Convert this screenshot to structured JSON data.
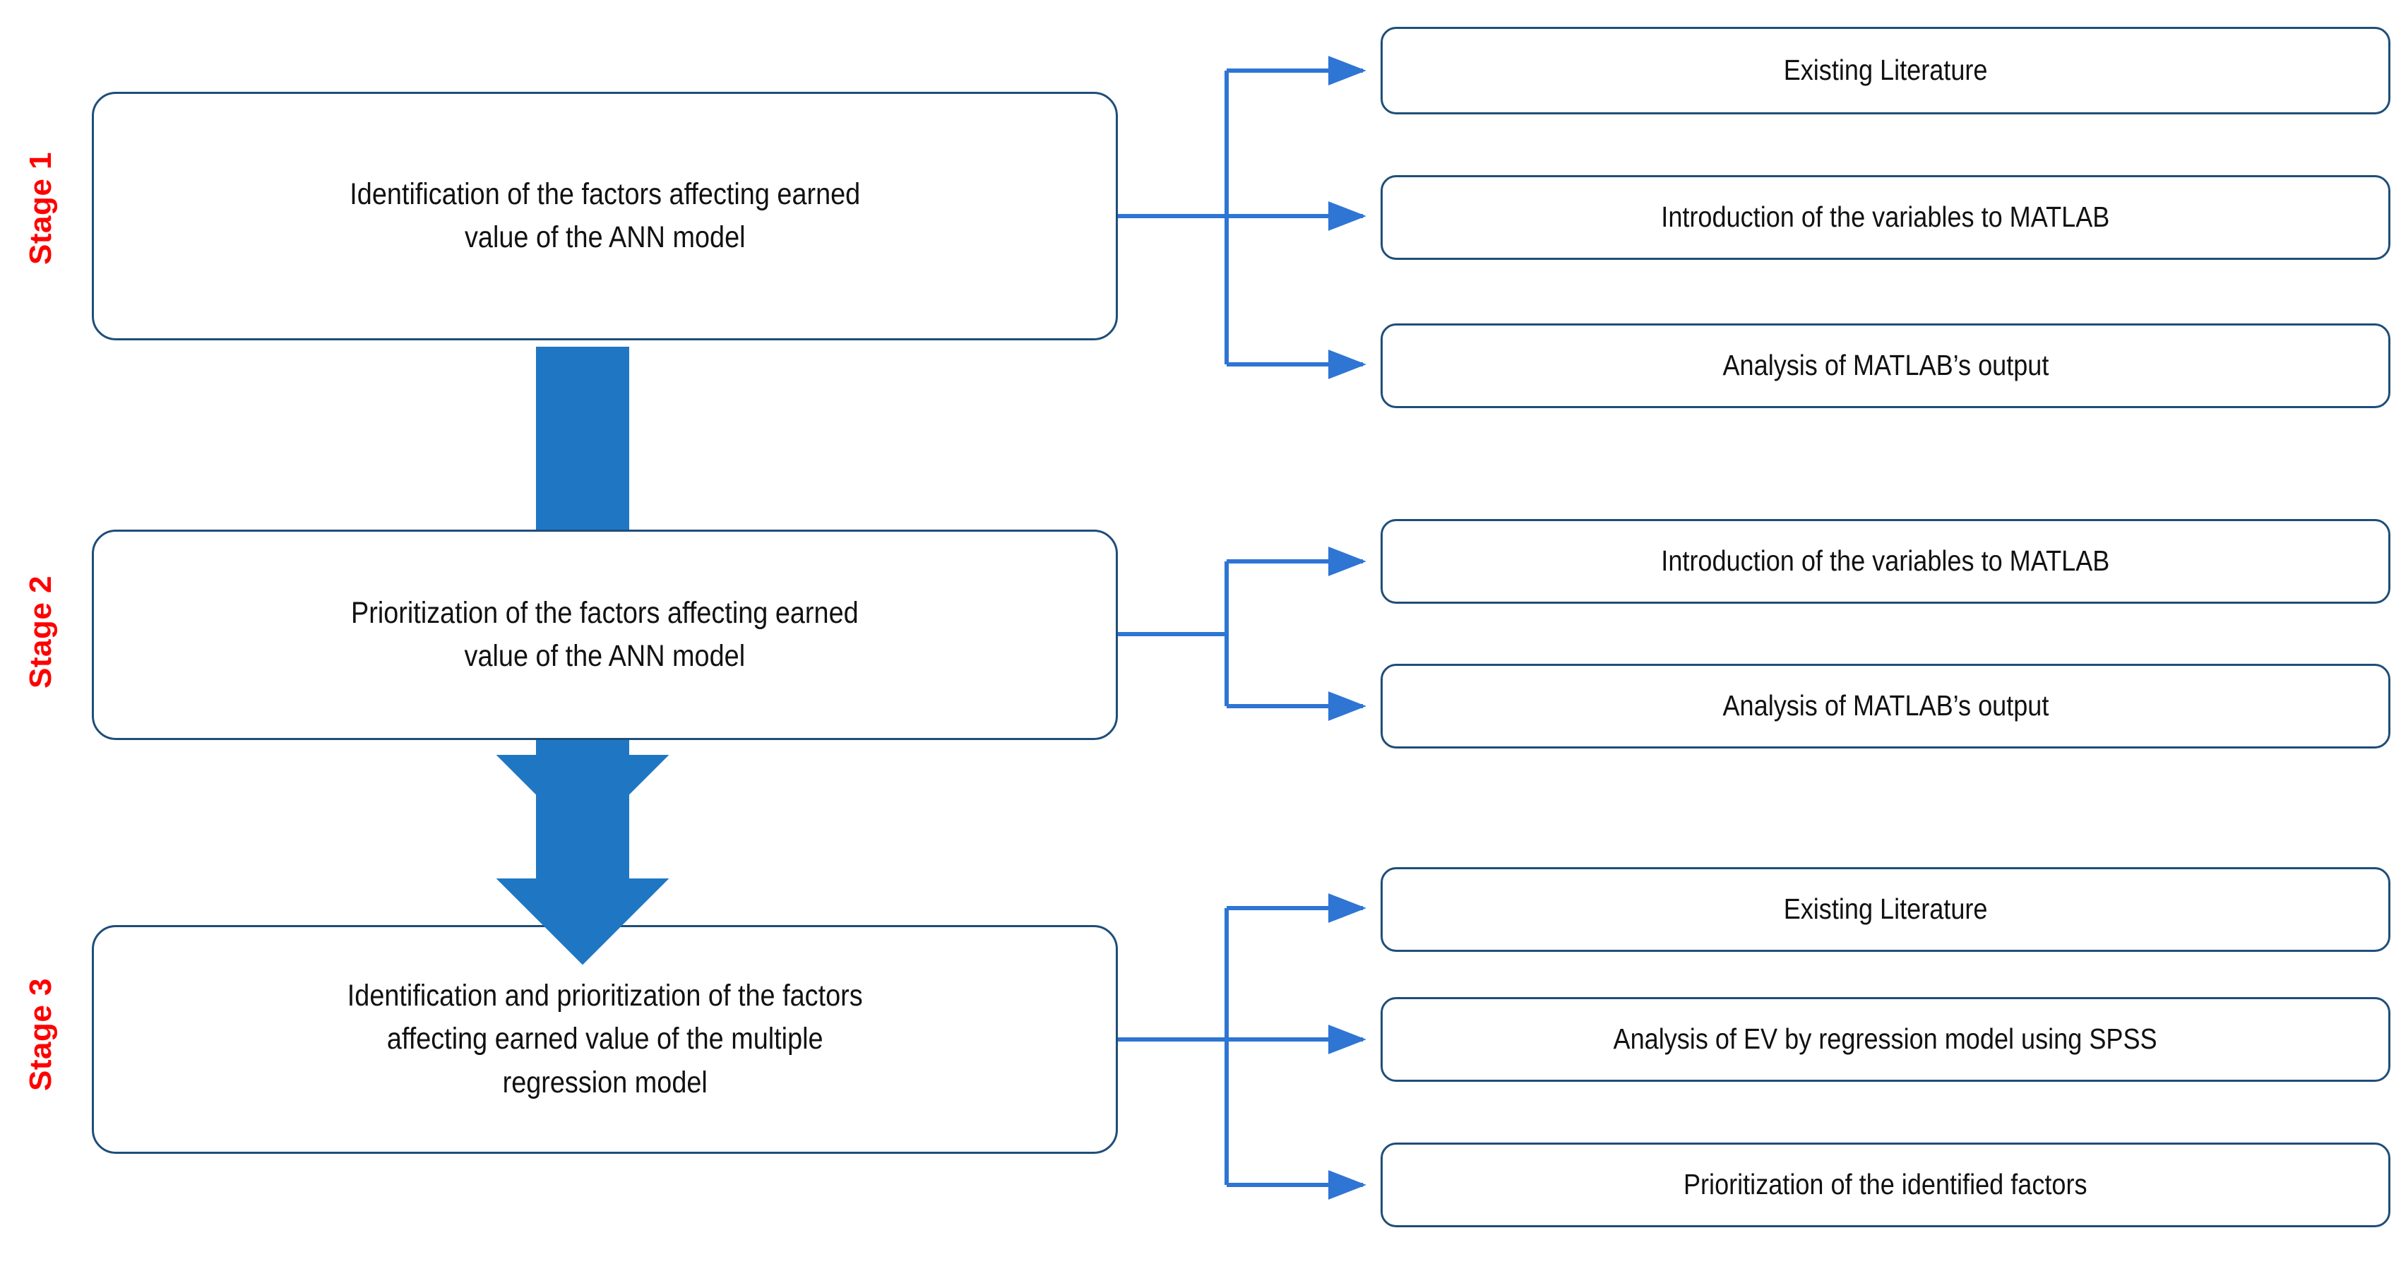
{
  "diagram": {
    "title": "Research methodology three-stage flowchart",
    "colors": {
      "box_border": "#1F4E79",
      "connector_blue": "#2E75D4",
      "big_arrow_blue": "#1F77C4",
      "stage_label_red": "#FF0000",
      "text": "#111111",
      "background": "#FFFFFF"
    }
  },
  "stages": [
    {
      "label": "Stage 1",
      "main_text": "Identification of the factors affecting earned\nvalue of the ANN model",
      "details": [
        "Existing Literature",
        "Introduction of the variables to MATLAB",
        "Analysis of MATLAB’s output"
      ]
    },
    {
      "label": "Stage 2",
      "main_text": "Prioritization of the factors affecting earned\nvalue of the ANN model",
      "details": [
        "Introduction of the variables to MATLAB",
        "Analysis of MATLAB’s output"
      ]
    },
    {
      "label": "Stage 3",
      "main_text": "Identification and prioritization of the factors\naffecting earned value of the multiple\nregression model",
      "details": [
        "Existing Literature",
        "Analysis of EV by regression model using SPSS",
        "Prioritization of the identified factors"
      ]
    }
  ],
  "flow_arrows": [
    {
      "name": "stage1-to-stage2",
      "from": "Stage 1",
      "to": "Stage 2"
    },
    {
      "name": "stage2-to-stage3",
      "from": "Stage 2",
      "to": "Stage 3"
    }
  ]
}
